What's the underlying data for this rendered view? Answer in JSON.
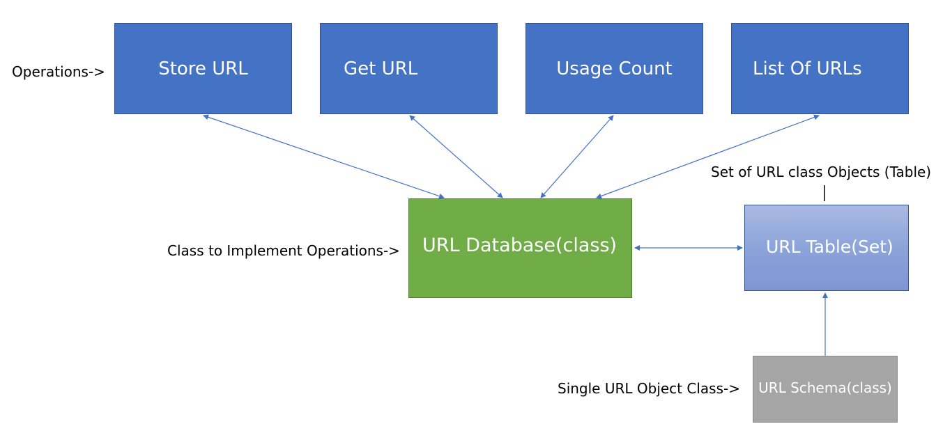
{
  "operations": {
    "label": "Operations->",
    "items": [
      "Store URL",
      "Get URL",
      "Usage Count",
      "List Of URLs"
    ]
  },
  "database": {
    "label": "Class to Implement Operations->",
    "name": "URL Database(class)"
  },
  "table": {
    "label": "Set of URL class Objects (Table)",
    "name": "URL Table(Set)"
  },
  "schema": {
    "label": "Single URL Object Class->",
    "name": "URL Schema(class)"
  },
  "colors": {
    "operation_fill": "#4472c4",
    "database_fill": "#70ad47",
    "table_fill": "#8faadc",
    "schema_fill": "#a5a5a5",
    "connector": "#4472c4"
  }
}
